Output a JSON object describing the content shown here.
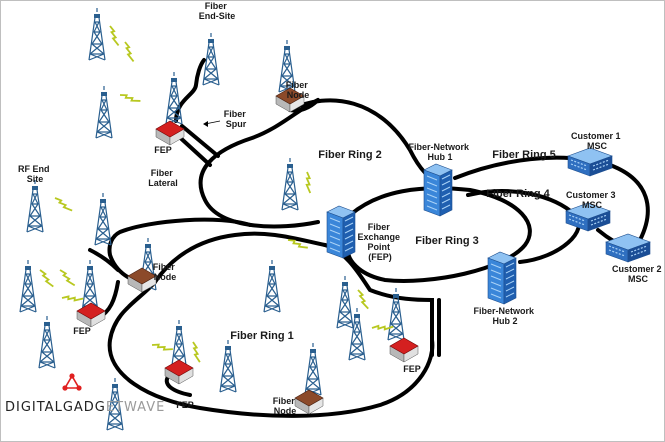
{
  "labels": {
    "fiber_end_site": [
      "Fiber",
      "End-Site"
    ],
    "fiber_node_top": [
      "Fiber",
      "Node"
    ],
    "fiber_spur": [
      "Fiber",
      "Spur"
    ],
    "fep_top": "FEP",
    "fiber_lateral": [
      "Fiber",
      "Lateral"
    ],
    "fiber_ring_2": "Fiber Ring 2",
    "hub1": [
      "Fiber-Network",
      "Hub 1"
    ],
    "fiber_ring_5": "Fiber Ring 5",
    "customer1": [
      "Customer 1",
      "MSC"
    ],
    "rf_end_site": [
      "RF End",
      "Site"
    ],
    "fiber_ring_4": "Fiber Ring 4",
    "customer3": [
      "Customer 3",
      "MSC"
    ],
    "fep_center": [
      "Fiber",
      "Exchange",
      "Point",
      "(FEP)"
    ],
    "fiber_ring_3": "Fiber Ring 3",
    "customer2": [
      "Customer 2",
      "MSC"
    ],
    "fiber_node_left": [
      "Fiber",
      "Node"
    ],
    "hub2": [
      "Fiber-Network",
      "Hub 2"
    ],
    "fep_left": "FEP",
    "fiber_ring_1": "Fiber Ring 1",
    "fep_right": "FEP",
    "fep_bottom": "FEP",
    "fiber_node_bottom": [
      "Fiber",
      "Node"
    ]
  },
  "watermark": {
    "part1": "DIGITALGADG",
    "part2": "ETWAVE"
  },
  "colors": {
    "building_blue": "#2f73c9",
    "building_light": "#5fa0e6",
    "hut_red": "#d42020",
    "hut_brown": "#8c4a2a",
    "tower_blue": "#2a5f8f",
    "signal_green": "#b8c820",
    "fiber": "#000000",
    "logo_red": "#e02020"
  },
  "icons": [
    "tower-icon",
    "equipment-hut-icon",
    "office-building-icon",
    "radio-signal-icon",
    "logo-icon"
  ]
}
